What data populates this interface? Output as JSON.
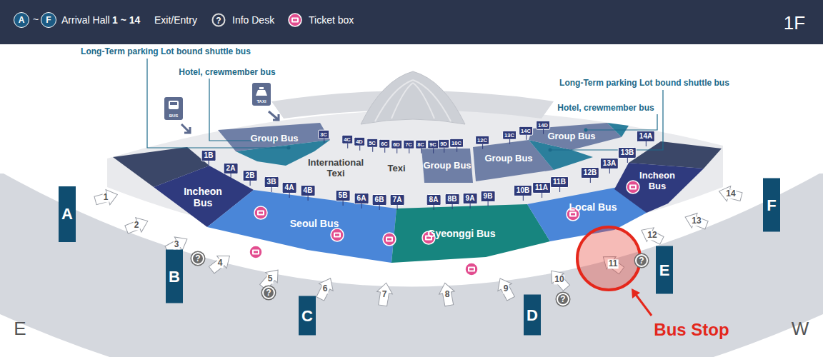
{
  "diagram": {
    "nodes": [
      {
        "text": [
          "Group Bus"
        ]
      },
      {
        "text": [
          "International Texi"
        ]
      },
      {
        "text": [
          "Texi"
        ]
      },
      {
        "text": [
          "Group Bus"
        ]
      },
      {
        "text": [
          "Group Bus"
        ]
      },
      {
        "text": [
          "Group Bus"
        ]
      },
      {
        "text": [
          "Incheon Bus"
        ]
      },
      {
        "text": [
          "Seoul Bus"
        ]
      },
      {
        "text": [
          "Gyeonggi Bus"
        ]
      },
      {
        "text": [
          "Local Bus"
        ]
      },
      {
        "text": [
          "Incheon Bus"
        ]
      },
      {
        "text": [
          "3C"
        ]
      },
      {
        "text": [
          "4C"
        ]
      },
      {
        "text": [
          "4D"
        ]
      },
      {
        "text": [
          "5C"
        ]
      },
      {
        "text": [
          "6C"
        ]
      },
      {
        "text": [
          "6D"
        ]
      },
      {
        "text": [
          "7C"
        ]
      },
      {
        "text": [
          "8C"
        ]
      },
      {
        "text": [
          "9C"
        ]
      },
      {
        "text": [
          "9D"
        ]
      },
      {
        "text": [
          "10C"
        ]
      },
      {
        "text": [
          "12C"
        ]
      },
      {
        "text": [
          "13C"
        ]
      },
      {
        "text": [
          "14C"
        ]
      },
      {
        "text": [
          "14D"
        ]
      },
      {
        "text": [
          "1B"
        ]
      },
      {
        "text": [
          "2A"
        ]
      },
      {
        "text": [
          "2B"
        ]
      },
      {
        "text": [
          "3B"
        ]
      },
      {
        "text": [
          "4A"
        ]
      },
      {
        "text": [
          "4B"
        ]
      },
      {
        "text": [
          "5B"
        ]
      },
      {
        "text": [
          "6A"
        ]
      },
      {
        "text": [
          "6B"
        ]
      },
      {
        "text": [
          "7A"
        ]
      },
      {
        "text": [
          "8A"
        ]
      },
      {
        "text": [
          "8B"
        ]
      },
      {
        "text": [
          "9A"
        ]
      },
      {
        "text": [
          "9B"
        ]
      },
      {
        "text": [
          "10B"
        ]
      },
      {
        "text": [
          "11A"
        ]
      },
      {
        "text": [
          "11B"
        ]
      },
      {
        "text": [
          "12B"
        ]
      },
      {
        "text": [
          "13A"
        ]
      },
      {
        "text": [
          "13B"
        ]
      },
      {
        "text": [
          "14A"
        ]
      },
      {
        "text": [
          "A"
        ]
      },
      {
        "text": [
          "B"
        ]
      },
      {
        "text": [
          "C"
        ]
      },
      {
        "text": [
          "D"
        ]
      },
      {
        "text": [
          "E"
        ]
      },
      {
        "text": [
          "F"
        ]
      }
    ],
    "labels": [
      "A",
      "~",
      "F",
      "1 ~ 14",
      "?",
      "1F",
      "Long-Term parking Lot bound shuttle bus",
      "Hotel, crewmember bus",
      "BUS",
      "TAXI",
      "Long-Term parking Lot bound shuttle bus",
      "Hotel, crewmember bus",
      "1",
      "2",
      "3",
      "4",
      "5",
      "6",
      "7",
      "8",
      "9",
      "10",
      "11",
      "12",
      "13",
      "14",
      "?",
      "?",
      "?",
      "?",
      "Bus Stop",
      "E",
      "W"
    ],
    "legend": [
      {
        "text": "Arrival Hall"
      },
      {
        "text": "Exit/Entry"
      },
      {
        "text": "Info Desk"
      },
      {
        "text": "Ticket box"
      }
    ]
  }
}
